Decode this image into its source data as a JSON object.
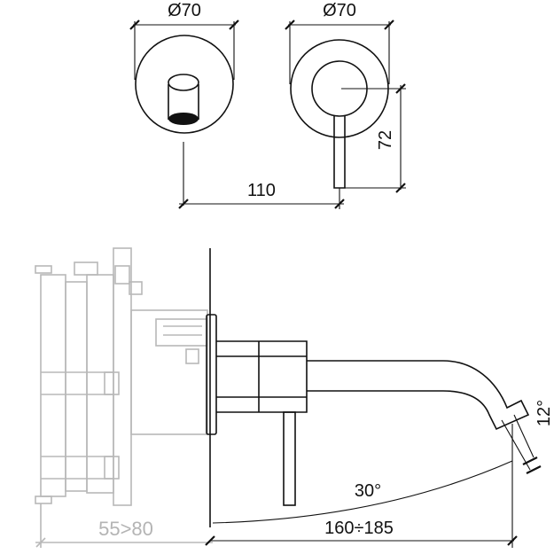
{
  "dimensions": {
    "spout_rosette_diameter": "Ø70",
    "lever_rosette_diameter": "Ø70",
    "center_distance": "110",
    "lever_height": "72",
    "wall_depth": "55>80",
    "spout_projection": "160÷185",
    "lever_angle": "30°",
    "spout_angle": "12°"
  },
  "colors": {
    "line": "#111111",
    "concealed_part": "#b8b8b8",
    "background": "#ffffff"
  }
}
